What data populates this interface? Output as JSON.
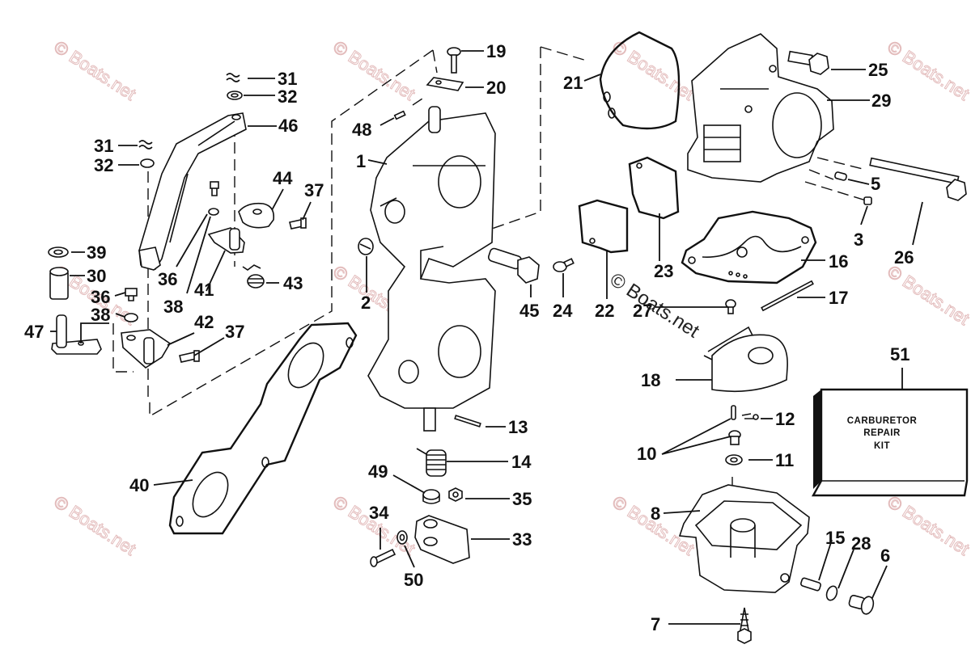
{
  "diagram": {
    "subject": "Carburetor exploded parts diagram",
    "watermark_text": "© Boats.net",
    "repair_kit": {
      "callout": "51",
      "label_lines": [
        "CARBURETOR",
        "REPAIR",
        "KIT"
      ]
    },
    "callouts": [
      {
        "id": "c19",
        "label": "19",
        "part": "screw"
      },
      {
        "id": "c20",
        "label": "20",
        "part": "plate"
      },
      {
        "id": "c21",
        "label": "21",
        "part": "gasket"
      },
      {
        "id": "c25",
        "label": "25",
        "part": "bolt"
      },
      {
        "id": "c29",
        "label": "29",
        "part": "air-intake-housing"
      },
      {
        "id": "c31a",
        "label": "31",
        "part": "clip"
      },
      {
        "id": "c32a",
        "label": "32",
        "part": "washer"
      },
      {
        "id": "c46",
        "label": "46",
        "part": "throttle-link"
      },
      {
        "id": "c31b",
        "label": "31",
        "part": "clip"
      },
      {
        "id": "c32b",
        "label": "32",
        "part": "washer"
      },
      {
        "id": "c48",
        "label": "48",
        "part": "pin"
      },
      {
        "id": "c1",
        "label": "1",
        "part": "carburetor-body"
      },
      {
        "id": "c44",
        "label": "44",
        "part": "cam"
      },
      {
        "id": "c37a",
        "label": "37",
        "part": "screw"
      },
      {
        "id": "c5",
        "label": "5",
        "part": "plug"
      },
      {
        "id": "c3",
        "label": "3",
        "part": "plug"
      },
      {
        "id": "c26",
        "label": "26",
        "part": "long-bolt"
      },
      {
        "id": "c39",
        "label": "39",
        "part": "washer"
      },
      {
        "id": "c30",
        "label": "30",
        "part": "bushing"
      },
      {
        "id": "c36a",
        "label": "36",
        "part": "screw"
      },
      {
        "id": "c36b",
        "label": "36",
        "part": "screw"
      },
      {
        "id": "c41",
        "label": "41",
        "part": "lever"
      },
      {
        "id": "c43",
        "label": "43",
        "part": "spring"
      },
      {
        "id": "c38a",
        "label": "38",
        "part": "washer"
      },
      {
        "id": "c38b",
        "label": "38",
        "part": "washer"
      },
      {
        "id": "c47",
        "label": "47",
        "part": "lever-shaft"
      },
      {
        "id": "c42",
        "label": "42",
        "part": "lever"
      },
      {
        "id": "c37b",
        "label": "37",
        "part": "screw"
      },
      {
        "id": "c2",
        "label": "2",
        "part": "plug"
      },
      {
        "id": "c45",
        "label": "45",
        "part": "bolt"
      },
      {
        "id": "c24",
        "label": "24",
        "part": "screw"
      },
      {
        "id": "c22",
        "label": "22",
        "part": "gasket"
      },
      {
        "id": "c23",
        "label": "23",
        "part": "gasket"
      },
      {
        "id": "c27",
        "label": "27",
        "part": "screw"
      },
      {
        "id": "c16",
        "label": "16",
        "part": "float-bowl-gasket"
      },
      {
        "id": "c17",
        "label": "17",
        "part": "float-pin"
      },
      {
        "id": "c18",
        "label": "18",
        "part": "float"
      },
      {
        "id": "c13",
        "label": "13",
        "part": "pin"
      },
      {
        "id": "c12",
        "label": "12",
        "part": "clip"
      },
      {
        "id": "c10",
        "label": "10",
        "part": "needle-and-seat"
      },
      {
        "id": "c11",
        "label": "11",
        "part": "gasket"
      },
      {
        "id": "c40",
        "label": "40",
        "part": "intake-gasket"
      },
      {
        "id": "c14",
        "label": "14",
        "part": "spring"
      },
      {
        "id": "c49",
        "label": "49",
        "part": "cap"
      },
      {
        "id": "c35",
        "label": "35",
        "part": "nut"
      },
      {
        "id": "c34",
        "label": "34",
        "part": "screw"
      },
      {
        "id": "c33",
        "label": "33",
        "part": "clamp"
      },
      {
        "id": "c50",
        "label": "50",
        "part": "washer"
      },
      {
        "id": "c8",
        "label": "8",
        "part": "float-bowl"
      },
      {
        "id": "c15",
        "label": "15",
        "part": "jet"
      },
      {
        "id": "c28",
        "label": "28",
        "part": "o-ring"
      },
      {
        "id": "c6",
        "label": "6",
        "part": "drain-plug"
      },
      {
        "id": "c7",
        "label": "7",
        "part": "screw"
      }
    ]
  }
}
